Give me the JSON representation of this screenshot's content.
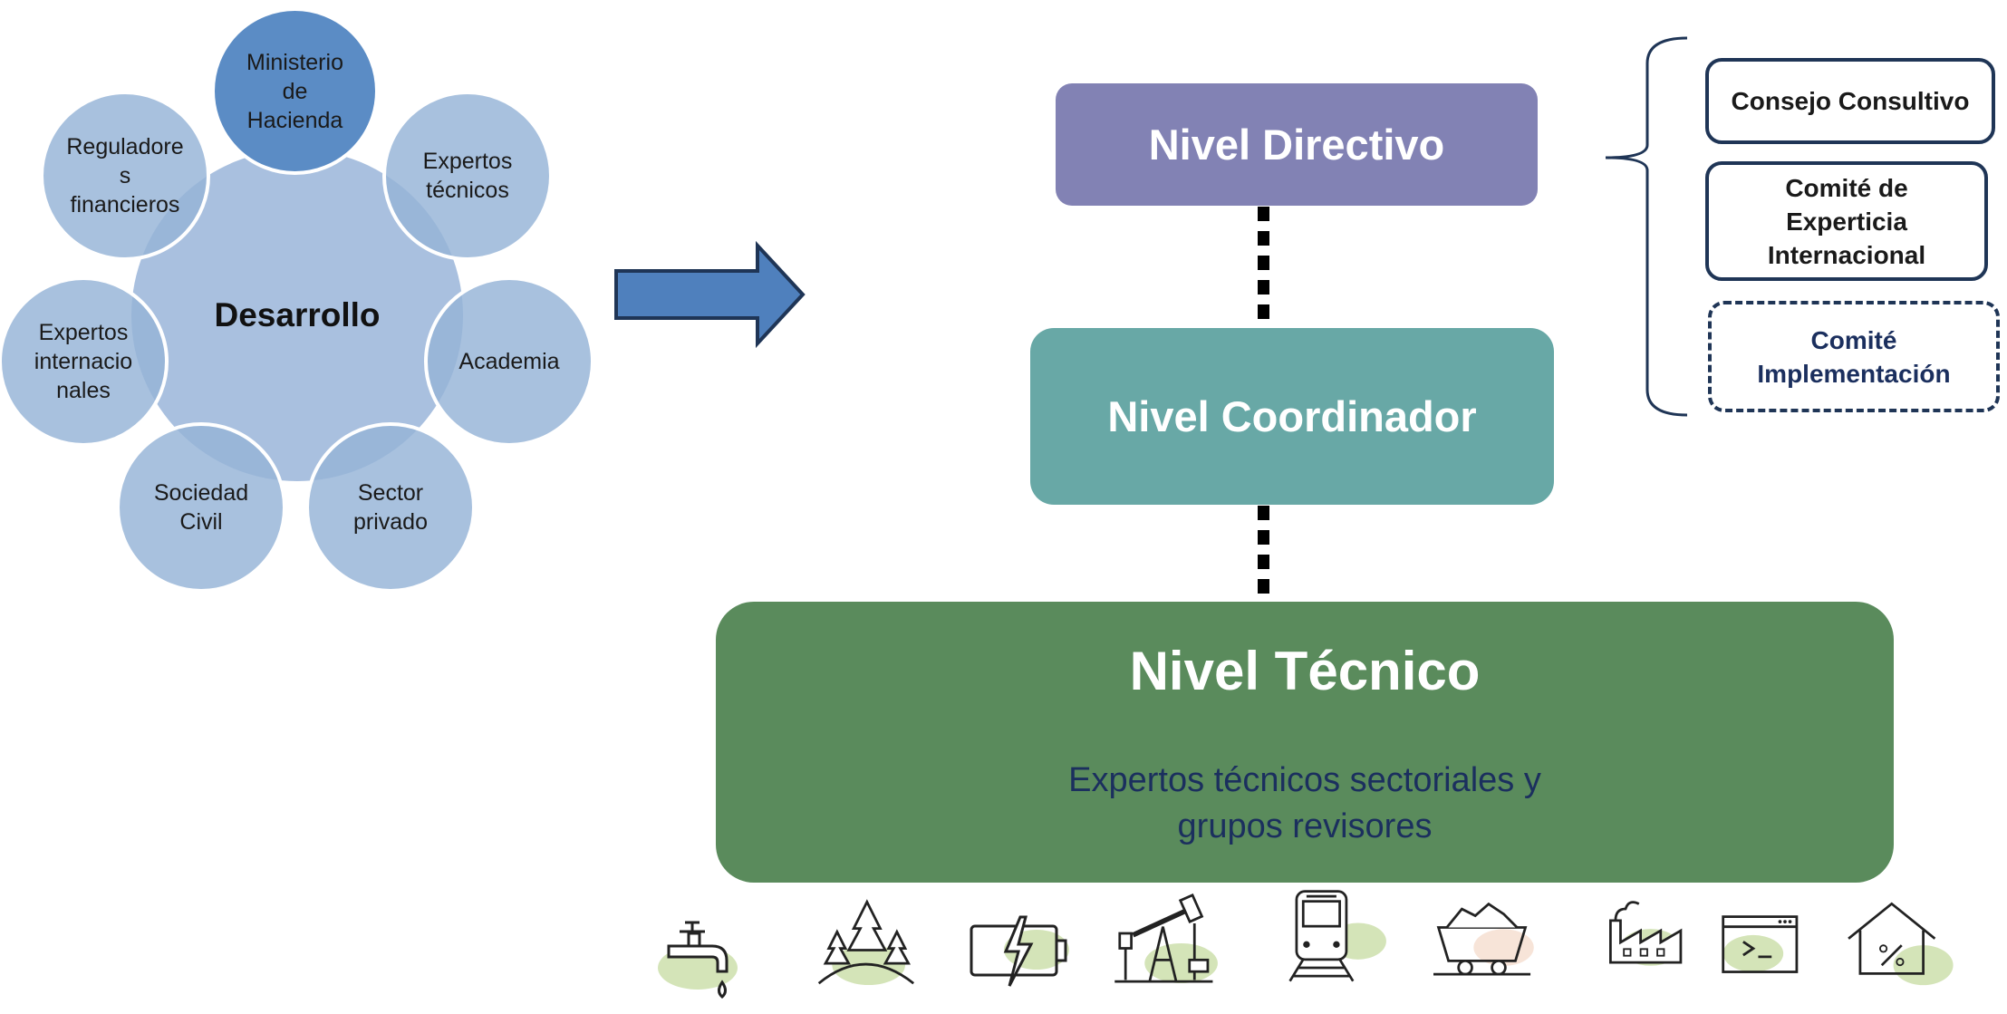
{
  "stakeholders": {
    "center": "Desarrollo",
    "items": [
      {
        "id": "ministerio",
        "lines": [
          "Ministerio",
          "de",
          "Hacienda"
        ],
        "highlight": true
      },
      {
        "id": "expertos-tecnicos",
        "lines": [
          "Expertos",
          "técnicos"
        ]
      },
      {
        "id": "academia",
        "lines": [
          "Academia"
        ]
      },
      {
        "id": "sector-privado",
        "lines": [
          "Sector",
          "privado"
        ]
      },
      {
        "id": "sociedad-civil",
        "lines": [
          "Sociedad",
          "Civil"
        ]
      },
      {
        "id": "expertos-internacionales",
        "lines": [
          "Expertos",
          "internacio",
          "nales"
        ]
      },
      {
        "id": "reguladores",
        "lines": [
          "Reguladore",
          "s",
          "financieros"
        ]
      }
    ]
  },
  "levels": {
    "directivo": "Nivel Directivo",
    "coordinador": "Nivel Coordinador",
    "tecnico": "Nivel Técnico",
    "tecnico_desc_line1": "Expertos técnicos sectoriales y",
    "tecnico_desc_line2": "grupos revisores"
  },
  "committees": {
    "consejo": "Consejo Consultivo",
    "experticia": [
      "Comité de",
      "Experticia",
      "Internacional"
    ],
    "implementacion": [
      "Comité",
      "Implementación"
    ]
  },
  "colors": {
    "directivo": "#8282b4",
    "coordinador": "#68a8a6",
    "tecnico": "#5a8b5c",
    "highlight_circle": "#5b8cc5",
    "circle": "#95b3d7",
    "arrow": "#4f80bd",
    "icon_accent": "#d4e4b8"
  },
  "sector_icons": [
    "water-tap-icon",
    "forest-icon",
    "battery-icon",
    "oil-pump-icon",
    "train-icon",
    "mining-cart-icon",
    "factory-icon",
    "terminal-window-icon",
    "house-percent-icon"
  ]
}
